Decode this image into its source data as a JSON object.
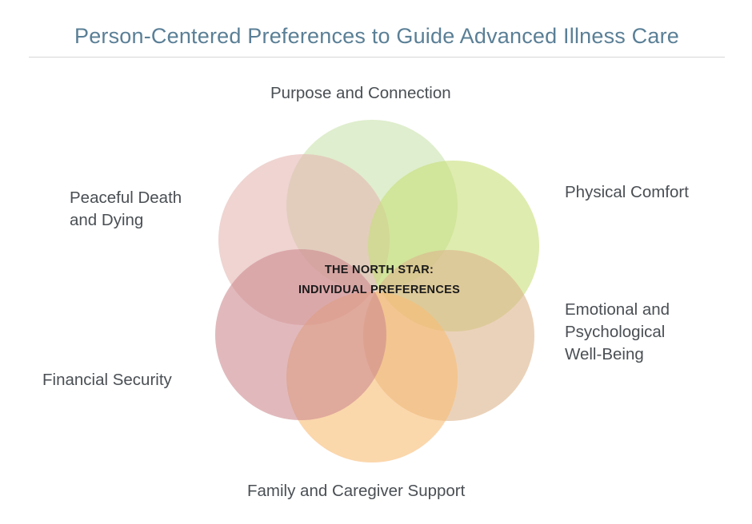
{
  "title": "Person-Centered Preferences to Guide Advanced Illness Care",
  "center": {
    "line1": "THE NORTH STAR:",
    "line2": "INDIVIDUAL PREFERENCES"
  },
  "domains": [
    {
      "key": "purpose",
      "lines": [
        "Purpose and Connection"
      ],
      "color": "#c9e2ad"
    },
    {
      "key": "physical",
      "lines": [
        "Physical Comfort"
      ],
      "color": "#c8e07a"
    },
    {
      "key": "emotional",
      "lines": [
        "Emotional and",
        "Psychological",
        "Well-Being"
      ],
      "color": "#dcb48c"
    },
    {
      "key": "family",
      "lines": [
        "Family and Caregiver Support"
      ],
      "color": "#f9bd75"
    },
    {
      "key": "financial",
      "lines": [
        "Financial Security"
      ],
      "color": "#cd8a90"
    },
    {
      "key": "peaceful",
      "lines": [
        "Peaceful Death",
        "and Dying"
      ],
      "color": "#e4b7b3"
    }
  ]
}
